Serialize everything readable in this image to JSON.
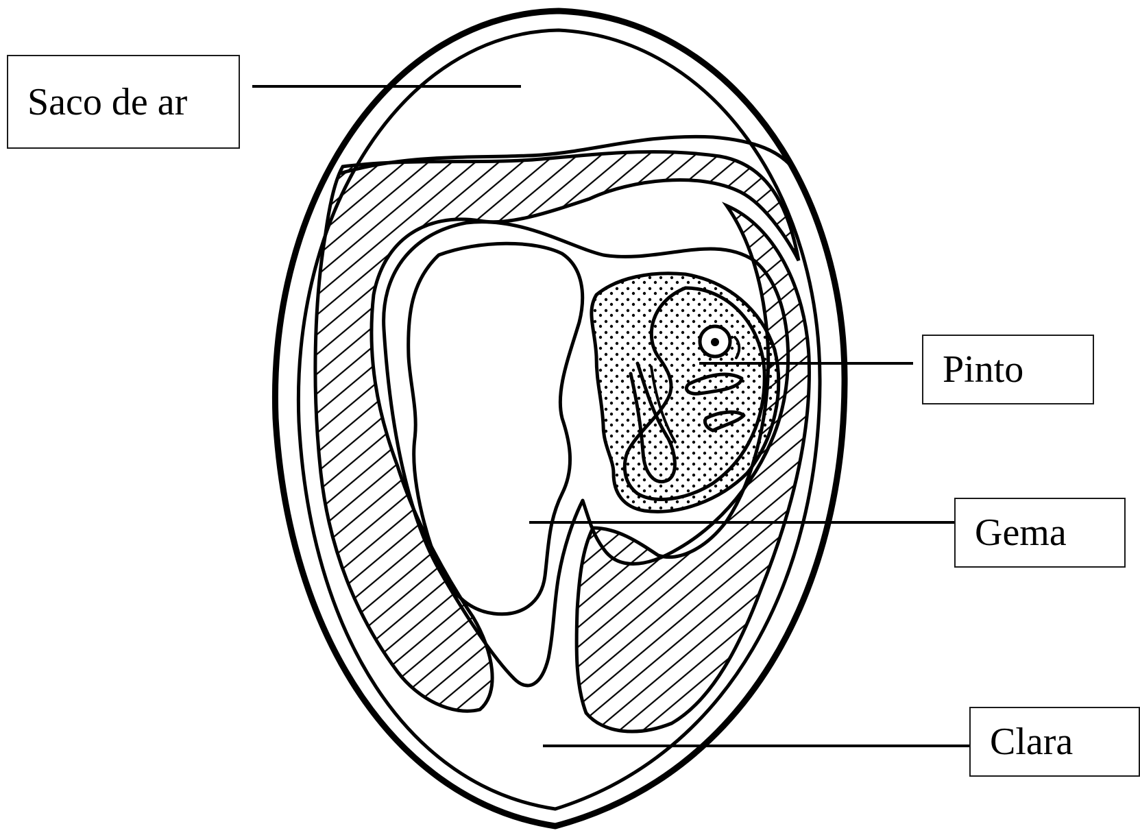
{
  "labels": {
    "air_sac": "Saco de ar",
    "chick": "Pinto",
    "yolk": "Gema",
    "white": "Clara"
  },
  "colors": {
    "line": "#000000",
    "background": "#ffffff"
  }
}
